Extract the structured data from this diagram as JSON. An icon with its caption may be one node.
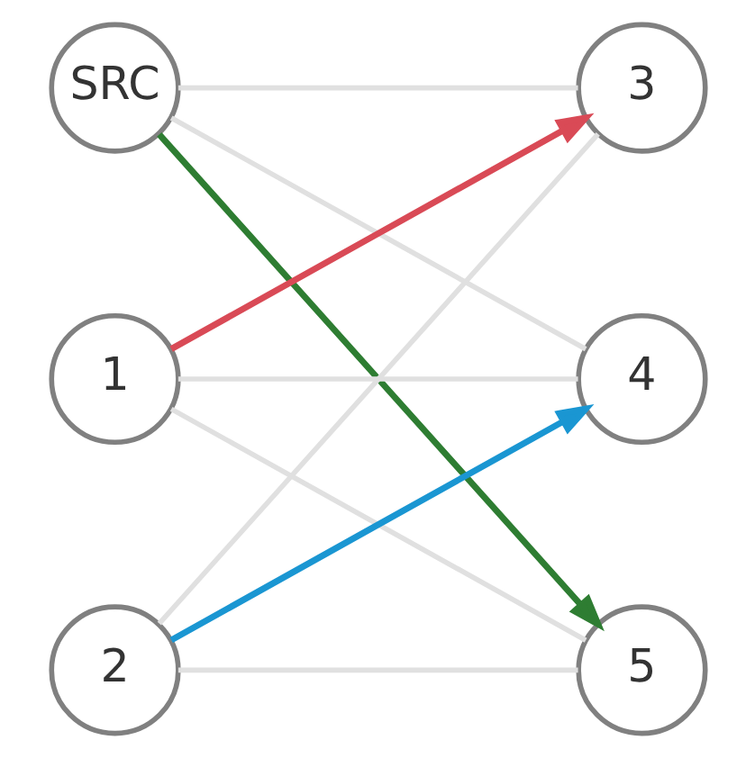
{
  "diagram": {
    "nodes": [
      {
        "text": [
          "SRC"
        ]
      },
      {
        "text": [
          "1"
        ]
      },
      {
        "text": [
          "2"
        ]
      },
      {
        "text": [
          "3"
        ]
      },
      {
        "text": [
          "4"
        ]
      },
      {
        "text": [
          "5"
        ]
      }
    ],
    "edges": [
      {
        "from": 0,
        "to": 3,
        "arrow": "none"
      },
      {
        "from": 0,
        "to": 4,
        "arrow": "none"
      },
      {
        "from": 1,
        "to": 4,
        "arrow": "none"
      },
      {
        "from": 1,
        "to": 5,
        "arrow": "none"
      },
      {
        "from": 2,
        "to": 3,
        "arrow": "none"
      },
      {
        "from": 2,
        "to": 5,
        "arrow": "none"
      },
      {
        "from": 0,
        "to": 5,
        "arrow": "to",
        "color": "#2e7d32"
      },
      {
        "from": 1,
        "to": 3,
        "arrow": "to",
        "color": "#d94a56"
      },
      {
        "from": 2,
        "to": 4,
        "arrow": "to",
        "color": "#1a96d2"
      }
    ]
  }
}
